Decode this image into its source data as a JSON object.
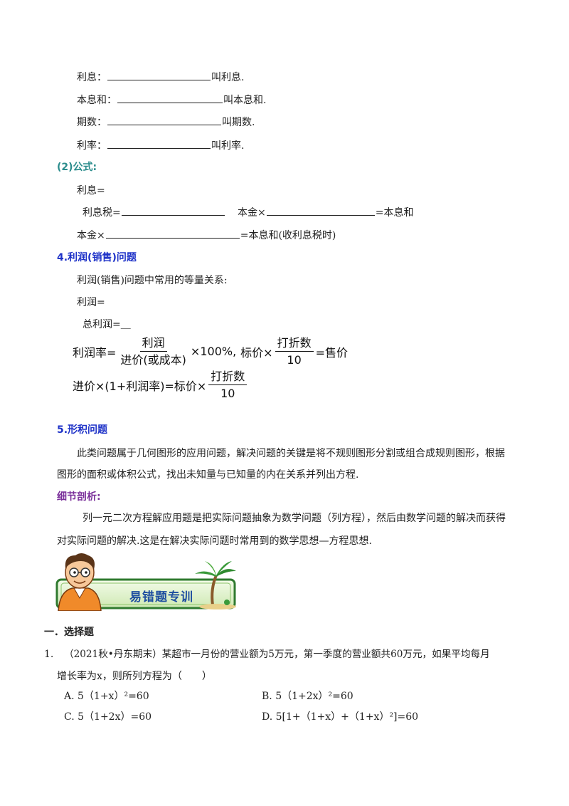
{
  "definitions": {
    "interest_label": "利息：",
    "interest_suffix": "叫利息.",
    "total_label": "本息和：",
    "total_suffix": "叫本息和.",
    "period_label": "期数：",
    "period_suffix": "叫期数.",
    "rate_label": "利率：",
    "rate_suffix": "叫利率."
  },
  "formula_section": {
    "heading": "(2)公式:",
    "interest": "利息=",
    "tax_label": "利息税=",
    "principal_times": "本金×",
    "total_suffix_1": "=本息和",
    "principal_times_2": "本金×",
    "total_suffix_2": "=本息和(收利息税时)"
  },
  "profit_section": {
    "heading": "4.利润(销售)问题",
    "intro": "利润(销售)问题中常用的等量关系:",
    "profit": "利润=",
    "total_profit": "总利润=",
    "total_profit_blank": "＿",
    "formula1": {
      "lhs": "利润率=",
      "num": "利润",
      "den": "进价(或成本)",
      "times100": "×100%,",
      "marked": "标价×",
      "num2": "打折数",
      "den2": "10",
      "rhs": "=售价"
    },
    "formula2": {
      "lhs": "进价×(1+利润率)=标价×",
      "num": "打折数",
      "den": "10"
    }
  },
  "shape_section": {
    "heading": "5.形积问题",
    "text": "此类问题属于几何图形的应用问题，解决问题的关键是将不规则图形分割或组合成规则图形，根据图形的面积或体积公式，找出未知量与已知量的内在关系并列出方程."
  },
  "analysis": {
    "heading": "细节剖析:",
    "text1": "列一元二次方程解应用题是把实际问题抽象为数学问题（列方程），然后由数学问题的解决而获得",
    "text2": "对实际问题的解决.这是在解决实际问题时常用到的数学思想—方程思想."
  },
  "banner": {
    "title": "易错题专训"
  },
  "exercise": {
    "section": "一．选择题",
    "number": "1.",
    "question_line1": "（2021秋•丹东期末）某超市一月份的营业额为5万元，第一季度的营业额共60万元，如果平均每月",
    "question_line2": "增长率为x，则所列方程为（　　）",
    "options": [
      {
        "label": "A.",
        "text": "5（1+x）²=60"
      },
      {
        "label": "B.",
        "text": "5（1+2x）²=60"
      },
      {
        "label": "C.",
        "text": "5（1+2x）=60"
      },
      {
        "label": "D.",
        "text": "5[1+（1+x）+（1+x）²]=60"
      }
    ]
  },
  "colors": {
    "teal": "#2a8c8c",
    "blue": "#1f33c8",
    "purple": "#7a2f9a",
    "banner_green": "#2f7a2f"
  }
}
